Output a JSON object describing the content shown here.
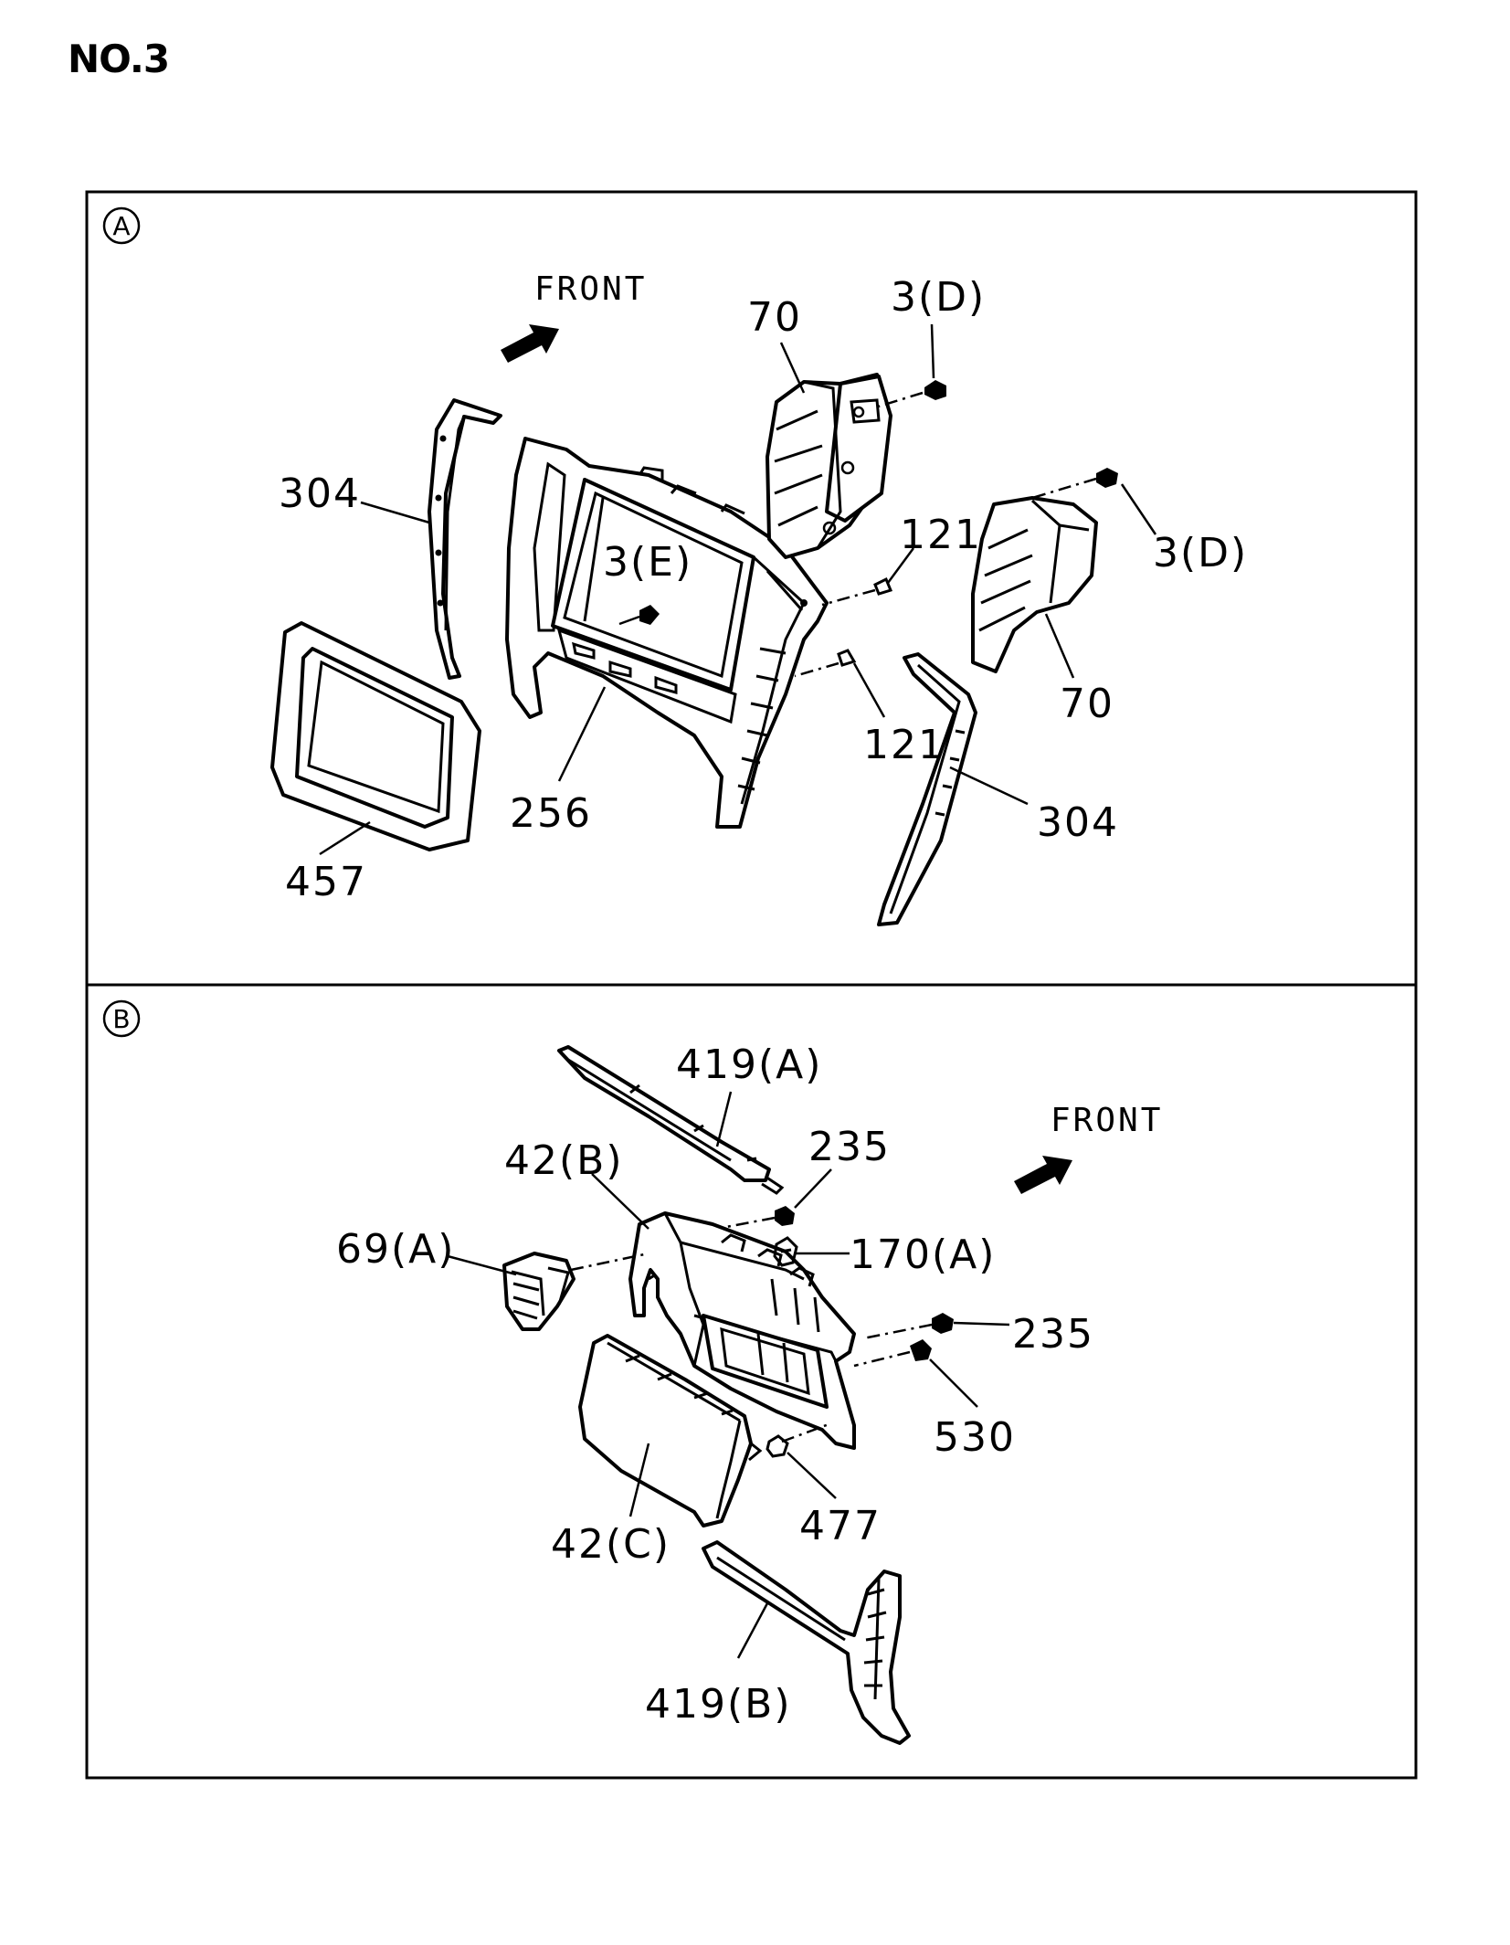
{
  "title": "NO.3",
  "colors": {
    "line": "#000000",
    "background": "#ffffff"
  },
  "panels": [
    {
      "id": "A",
      "marker": "A",
      "front_label": "FRONT",
      "labels": [
        "304",
        "70",
        "3(D)",
        "3(D)",
        "121",
        "3(E)",
        "70",
        "121",
        "256",
        "304",
        "457"
      ]
    },
    {
      "id": "B",
      "marker": "B",
      "front_label": "FRONT",
      "labels": [
        "419(A)",
        "235",
        "42(B)",
        "69(A)",
        "170(A)",
        "235",
        "530",
        "477",
        "42(C)",
        "419(B)"
      ]
    }
  ]
}
